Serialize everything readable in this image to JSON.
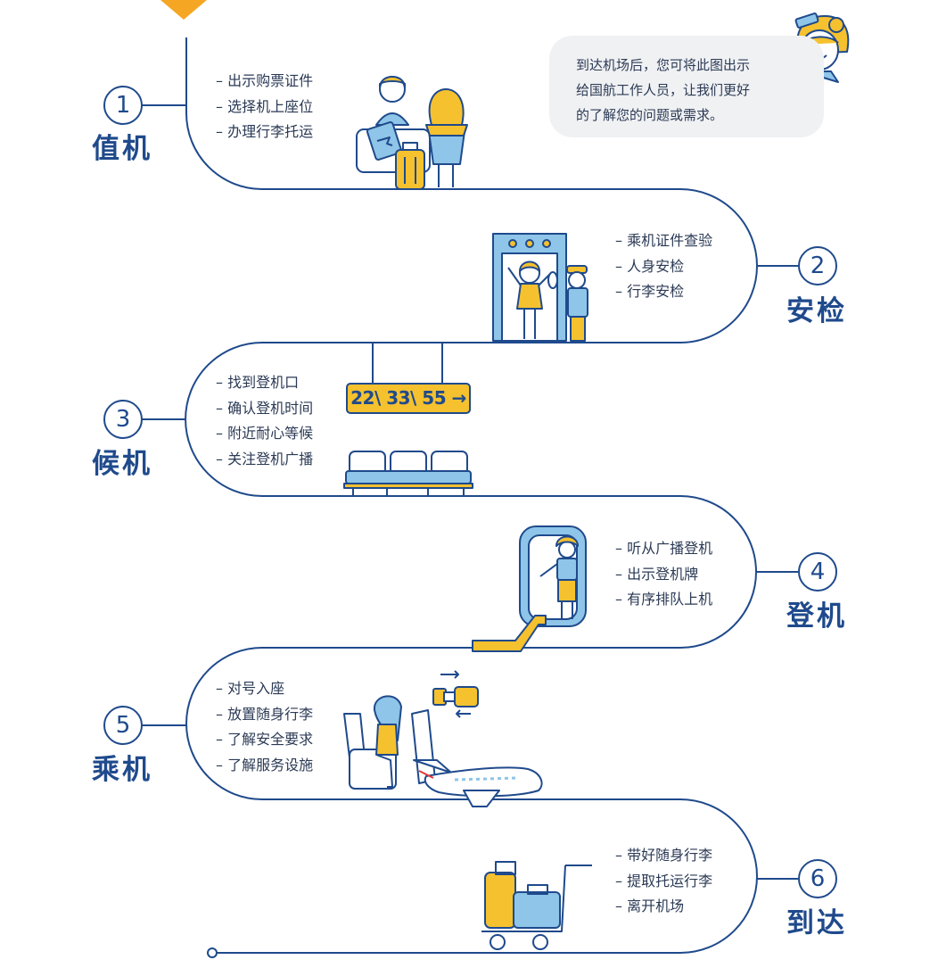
{
  "notice": {
    "lines": [
      "到达机场后，您可将此图出示",
      "给国航工作人员，让我们更好",
      "的了解您的问题或需求。"
    ]
  },
  "steps": [
    {
      "number": "1",
      "title": "值机",
      "items": [
        "出示购票证件",
        "选择机上座位",
        "办理行李托运"
      ]
    },
    {
      "number": "2",
      "title": "安检",
      "items": [
        "乘机证件查验",
        "人身安检",
        "行李安检"
      ]
    },
    {
      "number": "3",
      "title": "候机",
      "items": [
        "找到登机口",
        "确认登机时间",
        "附近耐心等候",
        "关注登机广播"
      ]
    },
    {
      "number": "4",
      "title": "登机",
      "items": [
        "听从广播登机",
        "出示登机牌",
        "有序排队上机"
      ]
    },
    {
      "number": "5",
      "title": "乘机",
      "items": [
        "对号入座",
        "放置随身行李",
        "了解安全要求",
        "了解服务设施"
      ]
    },
    {
      "number": "6",
      "title": "到达",
      "items": [
        "带好随身行李",
        "提取托运行李",
        "离开机场"
      ]
    }
  ],
  "gate_sign": "22\\ 33\\ 55 →",
  "colors": {
    "navy": "#1f4a8c",
    "yellow": "#f5c12e",
    "light_blue": "#8ec5e8",
    "bubble": "#f0f1f3"
  }
}
